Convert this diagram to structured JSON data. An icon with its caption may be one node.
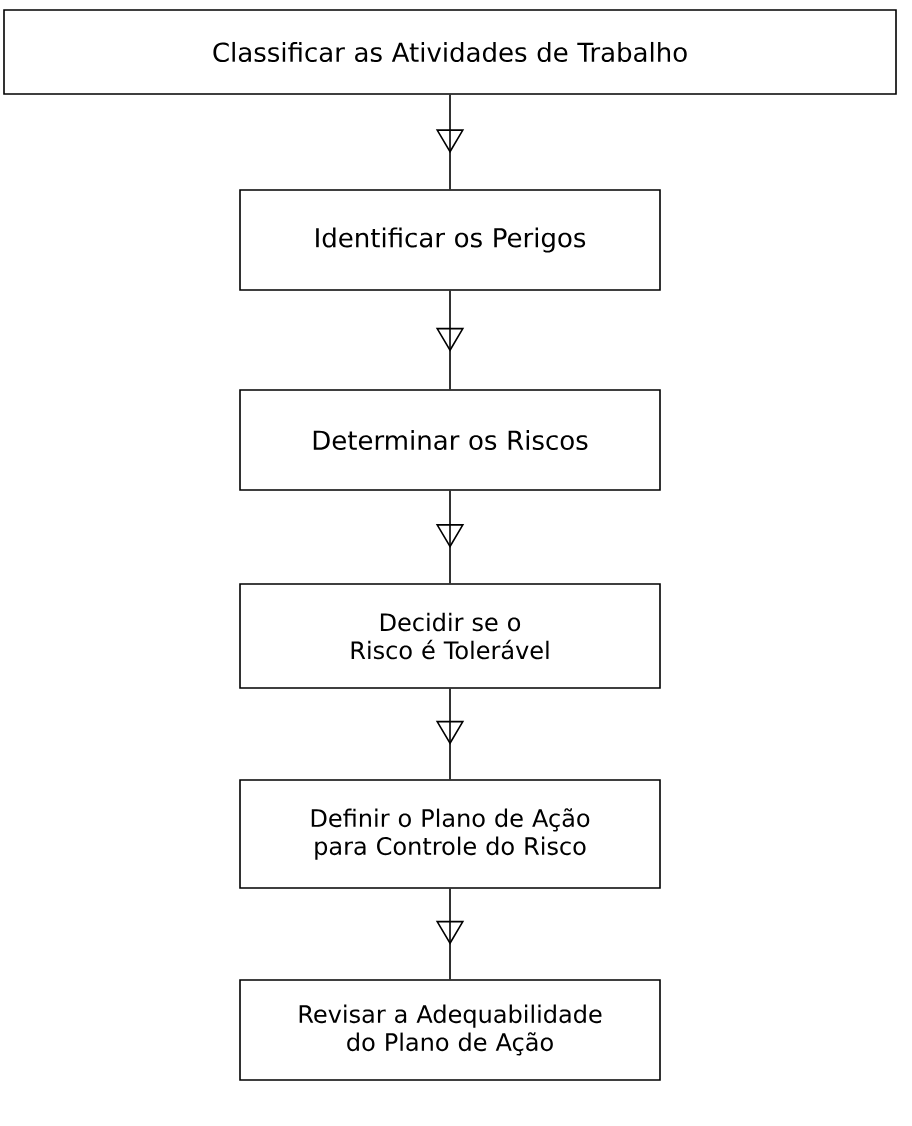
{
  "diagram": {
    "nodes": [
      {
        "text": [
          "Classificar as Atividades de Trabalho"
        ]
      },
      {
        "text": [
          "Identificar os Perigos"
        ]
      },
      {
        "text": [
          "Determinar os Riscos"
        ]
      },
      {
        "text": [
          "Decidir se o Risco é Tolerável"
        ]
      },
      {
        "text": [
          "Definir o Plano de Ação para Controle do Risco"
        ]
      },
      {
        "text": [
          "Revisar a Adequabilidade do Plano de Ação"
        ]
      }
    ],
    "edges": [
      {
        "from": 0,
        "to": 1,
        "arrow": "to"
      },
      {
        "from": 1,
        "to": 2,
        "arrow": "to"
      },
      {
        "from": 2,
        "to": 3,
        "arrow": "to"
      },
      {
        "from": 3,
        "to": 4,
        "arrow": "to"
      },
      {
        "from": 4,
        "to": 5,
        "arrow": "to"
      }
    ]
  }
}
